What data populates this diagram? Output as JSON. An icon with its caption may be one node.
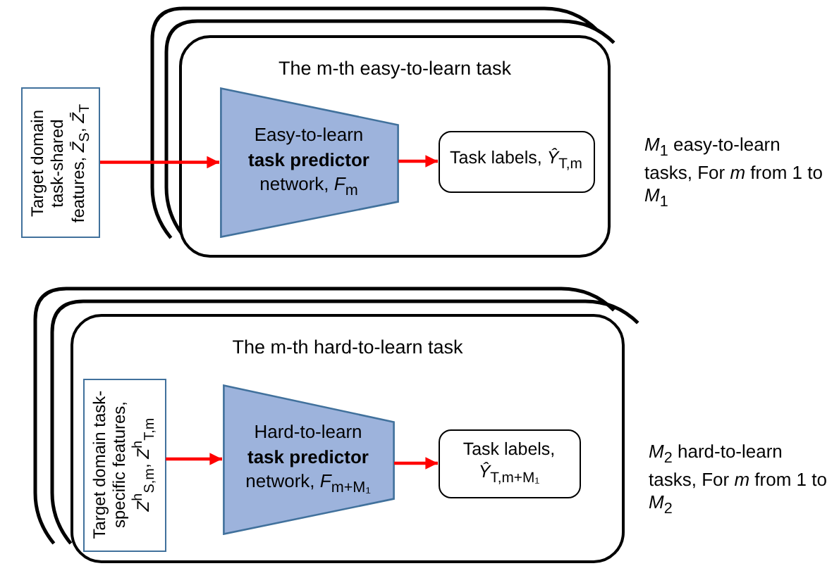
{
  "diagram": {
    "nodes": [
      {
        "text": [
          "The m-th easy-to-learn task"
        ]
      },
      {
        "text": [
          "Target domain task-shared features, *Z̄*$_{S}$, *Z̄*$_{T}$"
        ]
      },
      {
        "text": [
          "Easy-to-learn **task predictor** network, *F*$_{m}$"
        ],
        "in": 0
      },
      {
        "text": [
          "Task labels, *Ŷ*$_{T,m}$"
        ],
        "in": 0
      },
      {
        "text": [
          "The m-th hard-to-learn task"
        ]
      },
      {
        "text": [
          "Target domain task-specific features, *Z*$^{h}$$_{S,m}$, *Z*$^{h}$$_{T,m}$"
        ],
        "in": 4
      },
      {
        "text": [
          "Hard-to-learn **task predictor** network, *F*$_{m+M₁}$"
        ],
        "in": 4
      },
      {
        "text": [
          "Task labels, *Ŷ*$_{T,m+M₁}$"
        ],
        "in": 4
      }
    ],
    "edges": [
      {
        "from": 1,
        "to": 2,
        "arrow": "to"
      },
      {
        "from": 2,
        "to": 3,
        "arrow": "to"
      },
      {
        "from": 5,
        "to": 6,
        "arrow": "to"
      },
      {
        "from": 6,
        "to": 7,
        "arrow": "to"
      }
    ],
    "labels": [
      "*M*$_{1}$ easy-to-learn tasks, For *m* from 1 to *M*$_{1}$",
      "*M*$_{2}$ hard-to-learn tasks, For *m* from 1 to *M*$_{2}$"
    ]
  }
}
